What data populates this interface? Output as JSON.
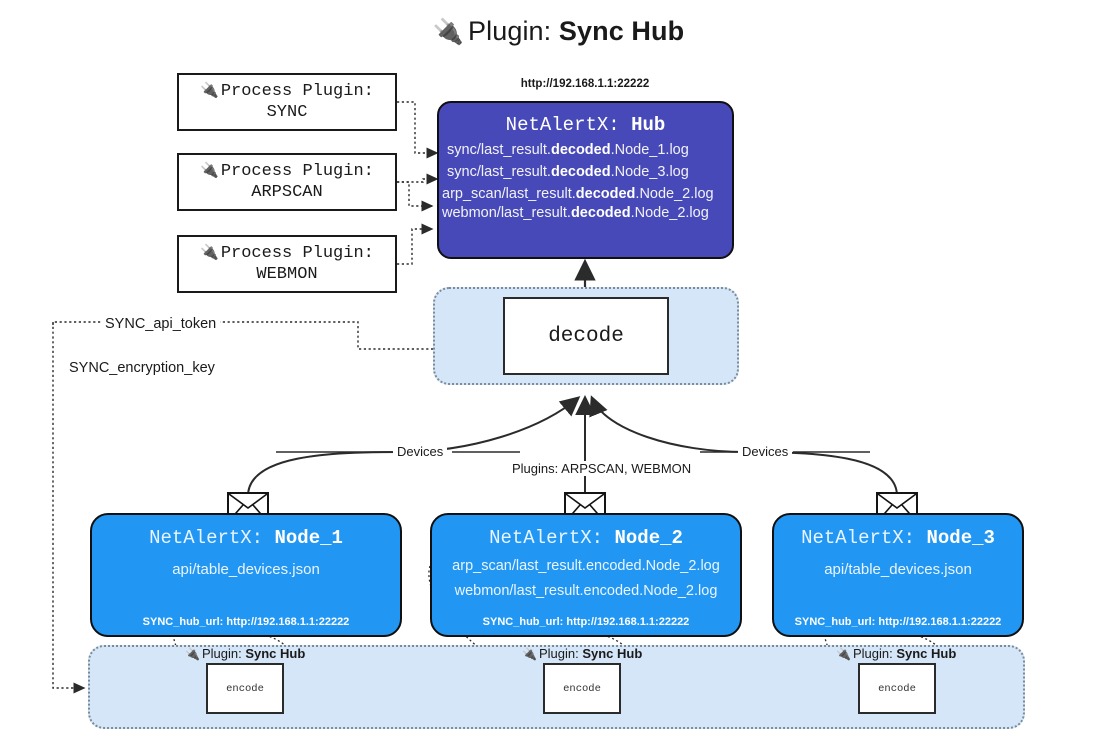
{
  "page": {
    "title_prefix": "Plugin:",
    "title_strong": "Sync Hub",
    "plug_icon": "🔌"
  },
  "process_plugins": [
    {
      "line1": "Process Plugin:",
      "line2": "SYNC"
    },
    {
      "line1": "Process Plugin:",
      "line2": "ARPSCAN"
    },
    {
      "line1": "Process Plugin:",
      "line2": "WEBMON"
    }
  ],
  "hub": {
    "url_caption": "http://192.168.1.1:22222",
    "title_prefix": "NetAlertX:",
    "title_strong": "Hub",
    "logs": [
      {
        "pre": "sync/last_result.",
        "strong": "decoded",
        "post": ".Node_1.log"
      },
      {
        "pre": "sync/last_result.",
        "strong": "decoded",
        "post": ".Node_3.log"
      },
      {
        "pre": "arp_scan/last_result.",
        "strong": "decoded",
        "post": ".Node_2.log"
      },
      {
        "pre": "webmon/last_result.",
        "strong": "decoded",
        "post": ".Node_2.log"
      }
    ]
  },
  "decode": {
    "label": "decode"
  },
  "keys": [
    {
      "label": "SYNC_api_token"
    },
    {
      "label": "SYNC_encryption_key"
    }
  ],
  "edges": [
    {
      "label": "Devices"
    },
    {
      "label": "Plugins: ARPSCAN, WEBMON"
    },
    {
      "label": "Devices"
    }
  ],
  "nodes": [
    {
      "title_prefix": "NetAlertX:",
      "title_strong": "Node_1",
      "lines": [
        "api/table_devices.json"
      ],
      "hub_url": "SYNC_hub_url: http://192.168.1.1:22222"
    },
    {
      "title_prefix": "NetAlertX:",
      "title_strong": "Node_2",
      "lines": [
        "arp_scan/last_result.encoded.Node_2.log",
        "webmon/last_result.encoded.Node_2.log"
      ],
      "hub_url": "SYNC_hub_url: http://192.168.1.1:22222"
    },
    {
      "title_prefix": "NetAlertX:",
      "title_strong": "Node_3",
      "lines": [
        "api/table_devices.json"
      ],
      "hub_url": "SYNC_hub_url: http://192.168.1.1:22222"
    }
  ],
  "encoders": [
    {
      "plugin_prefix": "Plugin:",
      "plugin_strong": "Sync Hub",
      "box_label": "encode"
    },
    {
      "plugin_prefix": "Plugin:",
      "plugin_strong": "Sync Hub",
      "box_label": "encode"
    },
    {
      "plugin_prefix": "Plugin:",
      "plugin_strong": "Sync Hub",
      "box_label": "encode"
    }
  ],
  "colors": {
    "hub_fill": "#4749b8",
    "node_fill": "#2196f3",
    "container_fill": "#d4e6f8",
    "stroke": "#101010"
  }
}
